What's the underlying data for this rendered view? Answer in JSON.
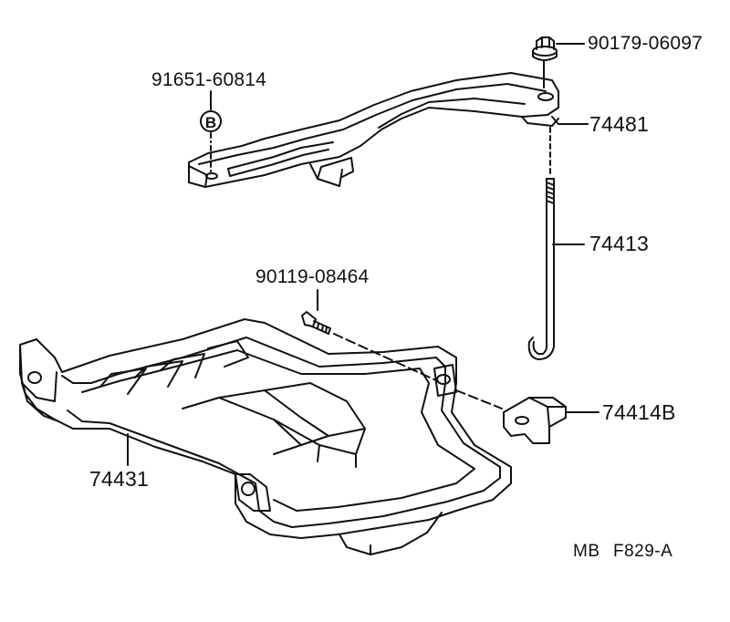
{
  "parts": {
    "nut": "90179-06097",
    "clip": "91651-60814",
    "clip_symbol": "B",
    "hold_down": "74481",
    "rod": "74413",
    "bolt": "90119-08464",
    "bracket": "74414B",
    "tray": "74431"
  },
  "footer": {
    "series": "MB",
    "code": "F829-A"
  },
  "style": {
    "ink": "#111111",
    "paper": "#ffffff"
  }
}
